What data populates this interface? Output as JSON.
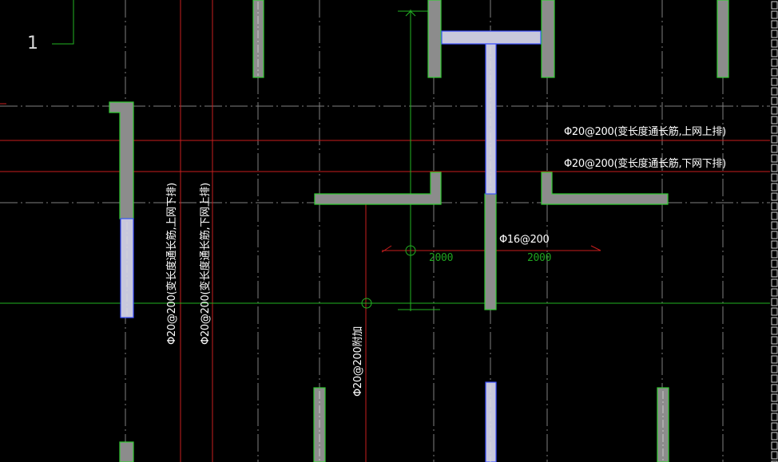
{
  "viewport_number": "1",
  "colors": {
    "background": "#000000",
    "axis_line": "#808080",
    "red_line": "#c81e1e",
    "green_line": "#22b322",
    "wall_fill": "#8c8c8c",
    "wall_edge_green": "#33cc33",
    "wall_edge_blue": "#3c50ff",
    "highlight_fill": "#c8c8dc"
  },
  "rebar_labels": {
    "top_upper_mesh": "Φ20@200(变长度通长筋,上网上排)",
    "top_lower_mesh": "Φ20@200(变长度通长筋,下网下排)",
    "vert_upper_mesh": "Φ20@200(变长度通长筋,上网下排)",
    "vert_lower_mesh": "Φ20@200(变长度通长筋,下网上排)",
    "additional": "Φ20@200附加",
    "center_bar": "Φ16@200"
  },
  "dimensions": {
    "left_span": "2000",
    "right_span": "2000"
  }
}
